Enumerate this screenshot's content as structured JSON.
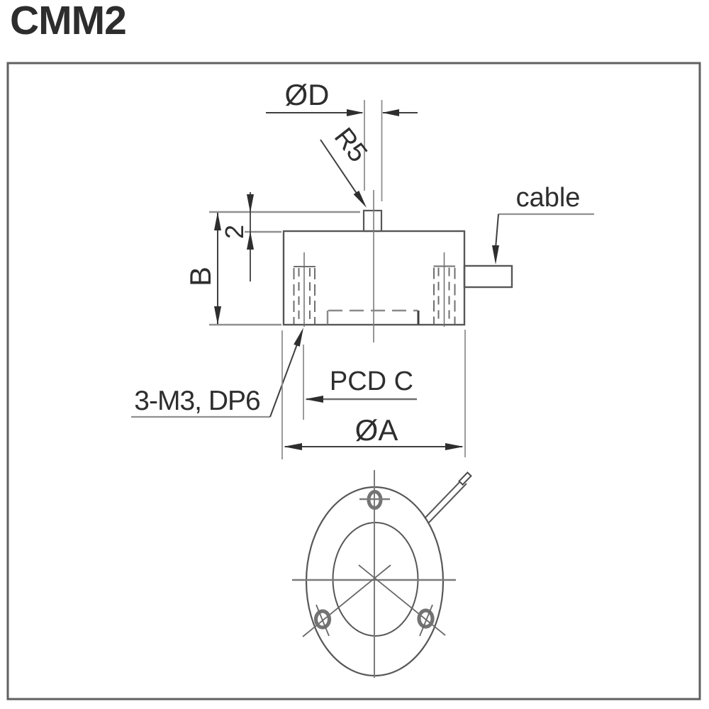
{
  "page": {
    "title": "CMM2"
  },
  "drawing": {
    "labels": {
      "boss_diameter": "ØD",
      "boss_radius": "R5",
      "cable": "cable",
      "boss_height": "2",
      "body_height": "B",
      "mount_holes": "3-M3, DP6",
      "pitch_circle": "PCD C",
      "outer_diameter": "ØA"
    },
    "colors": {
      "background": "#ffffff",
      "frame_border": "#606060",
      "object_line": "#575757",
      "dimension_line": "#3f3f3f",
      "extension_line": "#909090",
      "hidden_line": "#6f6f6f",
      "centerline": "#7b7b7b",
      "text": "#2e2e2e"
    }
  }
}
